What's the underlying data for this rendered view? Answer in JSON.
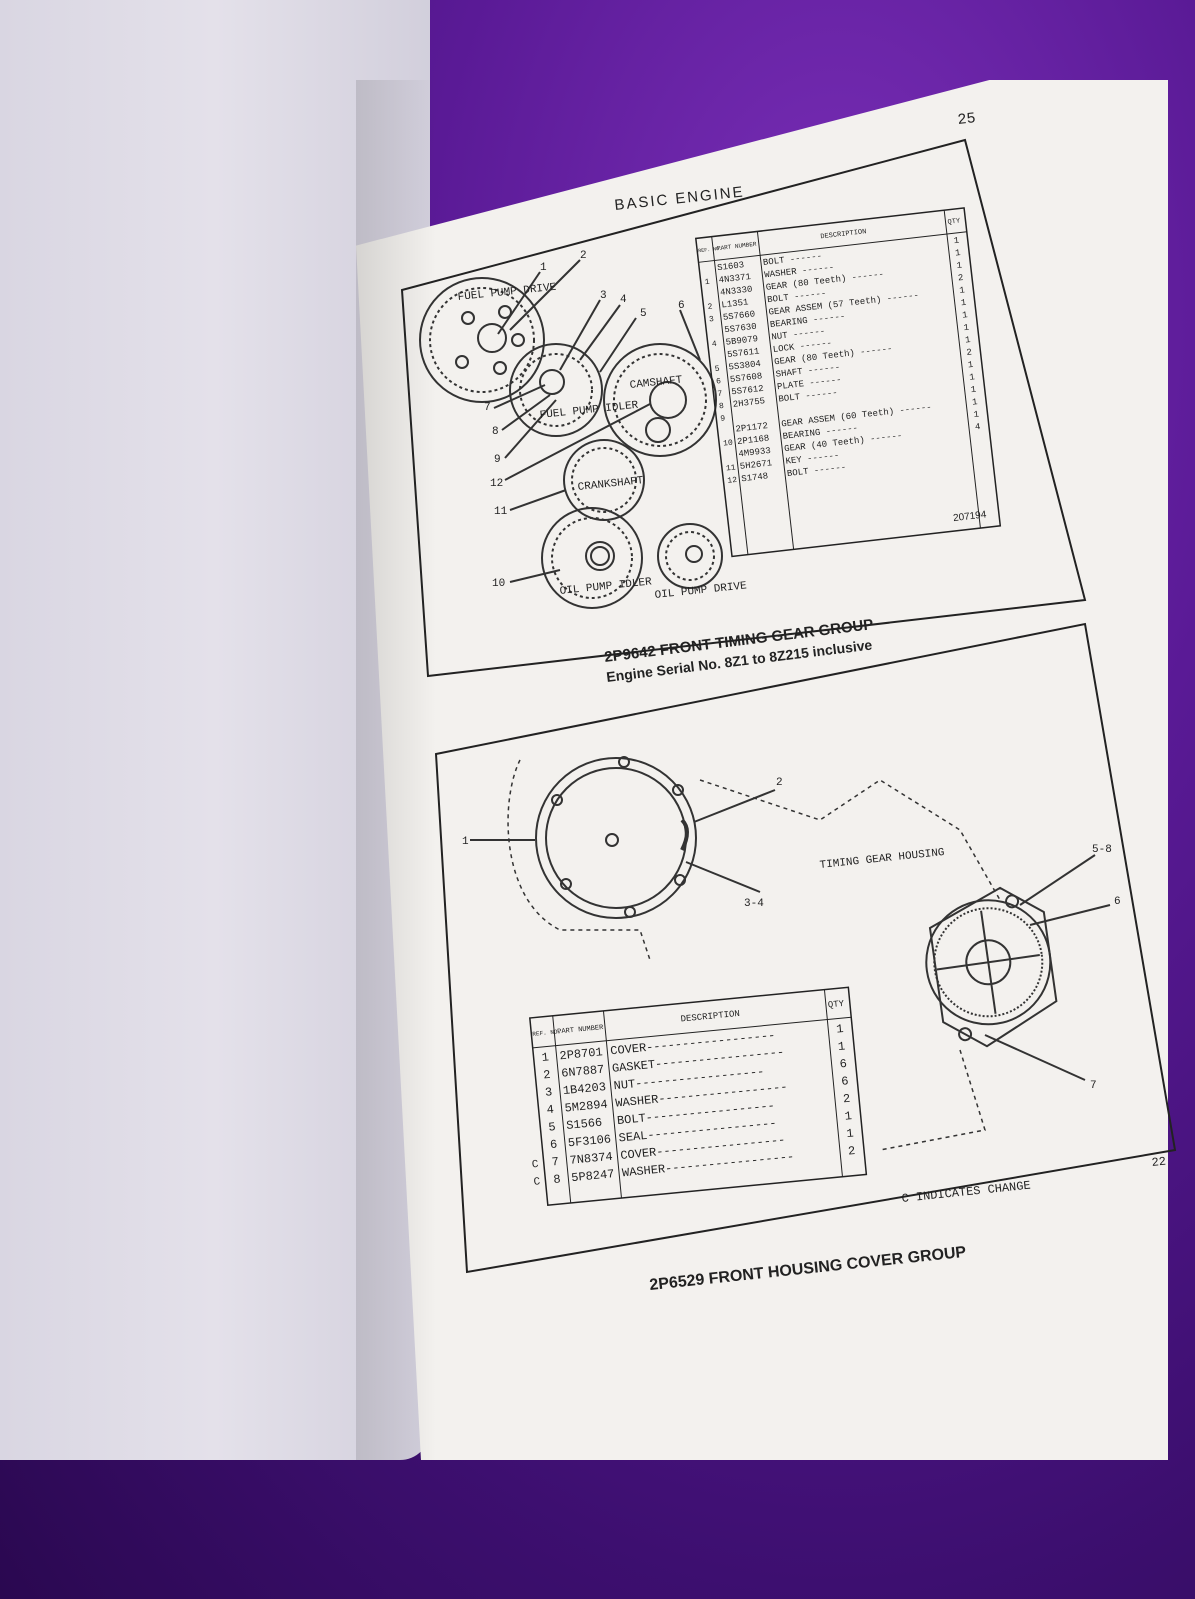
{
  "page_number": "25",
  "section_title": "BASIC ENGINE",
  "top_group": {
    "title": "2P9642 FRONT TIMING GEAR GROUP",
    "subtitle": "Engine Serial No. 8Z1 to 8Z215 inclusive",
    "figure_number": "207194",
    "headers": {
      "ref": "REF. NO.",
      "part": "PART NUMBER",
      "desc": "DESCRIPTION",
      "qty": "QTY"
    },
    "rows": [
      {
        "ref": "",
        "part": "S1603",
        "desc": "BOLT",
        "qty": "1"
      },
      {
        "ref": "1",
        "part": "4N3371",
        "desc": "WASHER",
        "qty": "1"
      },
      {
        "ref": "",
        "part": "4N3330",
        "desc": "GEAR (80 Teeth)",
        "qty": "1"
      },
      {
        "ref": "2",
        "part": "L1351",
        "desc": "BOLT",
        "qty": "2"
      },
      {
        "ref": "3",
        "part": "5S7660",
        "desc": "GEAR ASSEM (57 Teeth)",
        "qty": "1"
      },
      {
        "ref": "",
        "part": "5S7630",
        "desc": "BEARING",
        "qty": "1"
      },
      {
        "ref": "4",
        "part": "5B9079",
        "desc": "NUT",
        "qty": "1"
      },
      {
        "ref": "",
        "part": "5S7611",
        "desc": "LOCK",
        "qty": "1"
      },
      {
        "ref": "5",
        "part": "5S3804",
        "desc": "GEAR (80 Teeth)",
        "qty": "1"
      },
      {
        "ref": "6",
        "part": "5S7608",
        "desc": "SHAFT",
        "qty": "2"
      },
      {
        "ref": "7",
        "part": "5S7612",
        "desc": "PLATE",
        "qty": "1"
      },
      {
        "ref": "8",
        "part": "2H3755",
        "desc": "BOLT",
        "qty": "1"
      },
      {
        "ref": "9",
        "part": "",
        "desc": "",
        "qty": "1"
      },
      {
        "ref": "",
        "part": "2P1172",
        "desc": "GEAR ASSEM (60 Teeth)",
        "qty": "1"
      },
      {
        "ref": "10",
        "part": "2P1168",
        "desc": "BEARING",
        "qty": "1"
      },
      {
        "ref": "",
        "part": "4M9933",
        "desc": "GEAR (40 Teeth)",
        "qty": "4"
      },
      {
        "ref": "11",
        "part": "5H2671",
        "desc": "KEY",
        "qty": ""
      },
      {
        "ref": "12",
        "part": "S1748",
        "desc": "BOLT",
        "qty": ""
      }
    ],
    "diagram_labels": {
      "fuel_pump_drive": "FUEL PUMP DRIVE",
      "fuel_pump_idler": "FUEL PUMP IDLER",
      "camshaft": "CAMSHAFT",
      "crankshaft": "CRANKSHAFT",
      "oil_pump_idler": "OIL PUMP IDLER",
      "oil_pump_drive": "OIL PUMP DRIVE",
      "callouts": [
        "1",
        "2",
        "3",
        "4",
        "5",
        "6",
        "7",
        "8",
        "9",
        "12",
        "11",
        "10"
      ]
    }
  },
  "bottom_group": {
    "title": "2P6529 FRONT HOUSING COVER GROUP",
    "note": "C INDICATES CHANGE",
    "page_ref": "22",
    "headers": {
      "ref": "REF. NO.",
      "part": "PART NUMBER",
      "desc": "DESCRIPTION",
      "qty": "QTY"
    },
    "rows": [
      {
        "chg": "",
        "ref": "1",
        "part": "2P8701",
        "desc": "COVER",
        "qty": "1"
      },
      {
        "chg": "",
        "ref": "2",
        "part": "6N7887",
        "desc": "GASKET",
        "qty": "1"
      },
      {
        "chg": "",
        "ref": "3",
        "part": "1B4203",
        "desc": "NUT",
        "qty": "6"
      },
      {
        "chg": "",
        "ref": "4",
        "part": "5M2894",
        "desc": "WASHER",
        "qty": "6"
      },
      {
        "chg": "",
        "ref": "5",
        "part": "S1566",
        "desc": "BOLT",
        "qty": "2"
      },
      {
        "chg": "",
        "ref": "6",
        "part": "5F3106",
        "desc": "SEAL",
        "qty": "1"
      },
      {
        "chg": "C",
        "ref": "7",
        "part": "7N8374",
        "desc": "COVER",
        "qty": "1"
      },
      {
        "chg": "C",
        "ref": "8",
        "part": "5P8247",
        "desc": "WASHER",
        "qty": "2"
      }
    ],
    "diagram_labels": {
      "housing": "TIMING GEAR HOUSING",
      "callouts": [
        "1",
        "2",
        "3-4",
        "5-8",
        "6",
        "7"
      ]
    }
  }
}
